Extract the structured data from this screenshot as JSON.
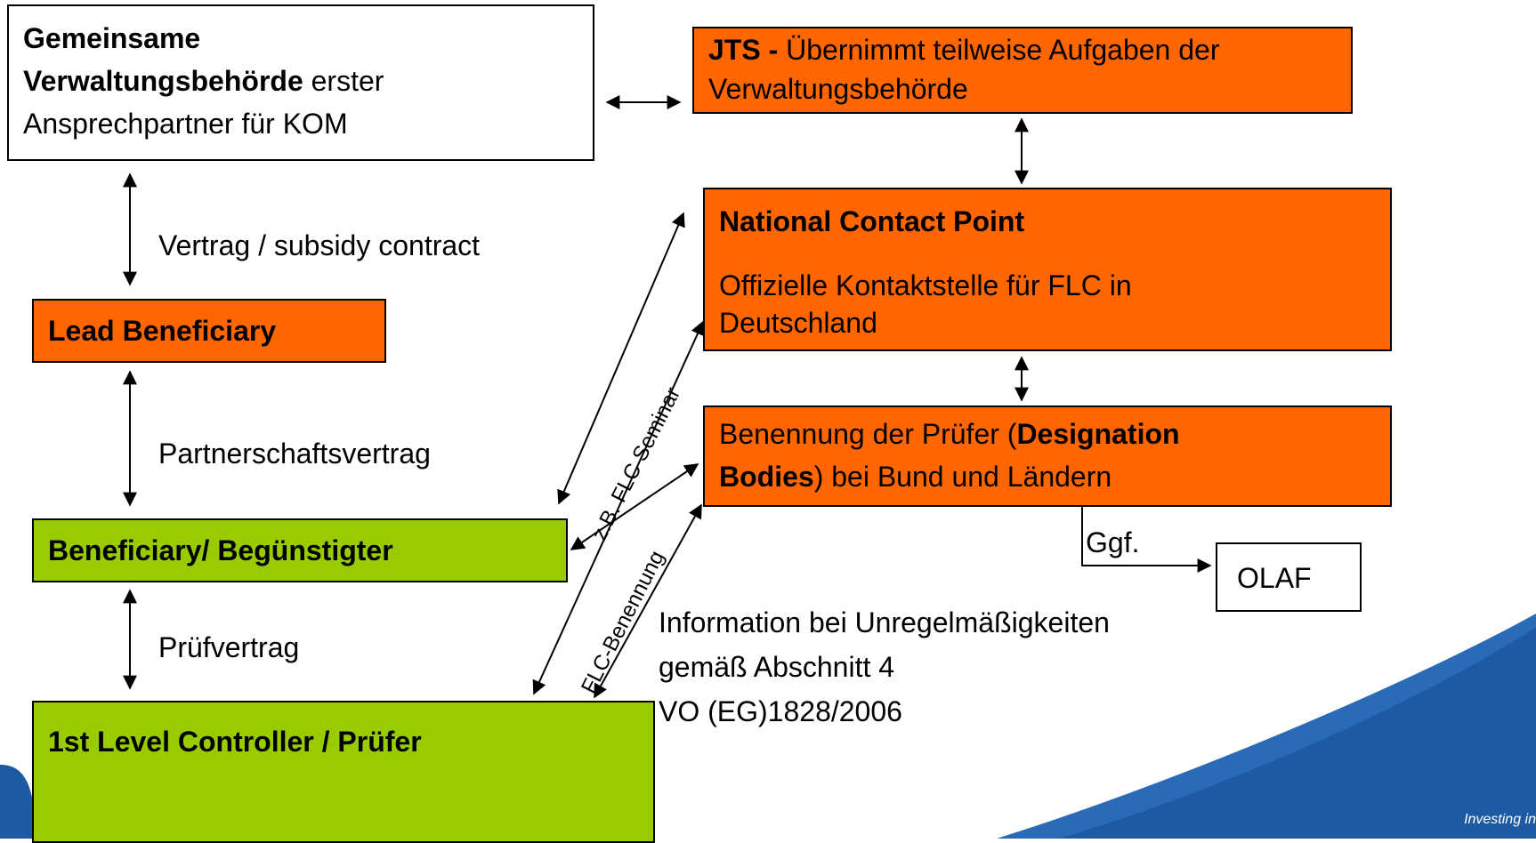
{
  "boxes": {
    "managing_authority": {
      "title_bold": "Gemeinsame Verwaltungsbehörde",
      "rest": "erster Ansprechpartner für KOM",
      "line1": "Gemeinsame",
      "line2_bold": "Verwaltungsbehörde",
      "line2_rest": " erster",
      "line3": "Ansprechpartner für KOM"
    },
    "jts": {
      "bold": "JTS -",
      "line1_rest": " Übernimmt teilweise Aufgaben der",
      "line2": "Verwaltungsbehörde"
    },
    "ncp": {
      "title": "National Contact Point",
      "line1": "Offizielle Kontaktstelle für FLC in",
      "line2": "Deutschland"
    },
    "designation": {
      "line1_a": "Benennung der Prüfer (",
      "line1_bold": "Designation",
      "line2_bold": "Bodies",
      "line2_rest": ") bei Bund und Ländern"
    },
    "lead": {
      "label": "Lead Beneficiary"
    },
    "beneficiary": {
      "label": "Beneficiary/ Begünstigter"
    },
    "controller": {
      "label": "1st Level Controller / Prüfer"
    },
    "olaf": {
      "label": "OLAF"
    }
  },
  "edge_labels": {
    "contract": "Vertrag / subsidy contract",
    "partnership": "Partnerschaftsvertrag",
    "audit": "Prüfvertrag",
    "seminar": "z.B. FLC Seminar",
    "flc_designation": "FLC-Benennung",
    "ggf": "Ggf."
  },
  "info": {
    "line1": "Information bei Unregelmäßigkeiten",
    "line2": "gemäß Abschnitt 4",
    "line3": "VO (EG)1828/2006"
  },
  "footer": {
    "tagline": "Investing in"
  },
  "colors": {
    "orange": "#ff6600",
    "green": "#99cc00",
    "swoosh": "#1a5ea8"
  }
}
